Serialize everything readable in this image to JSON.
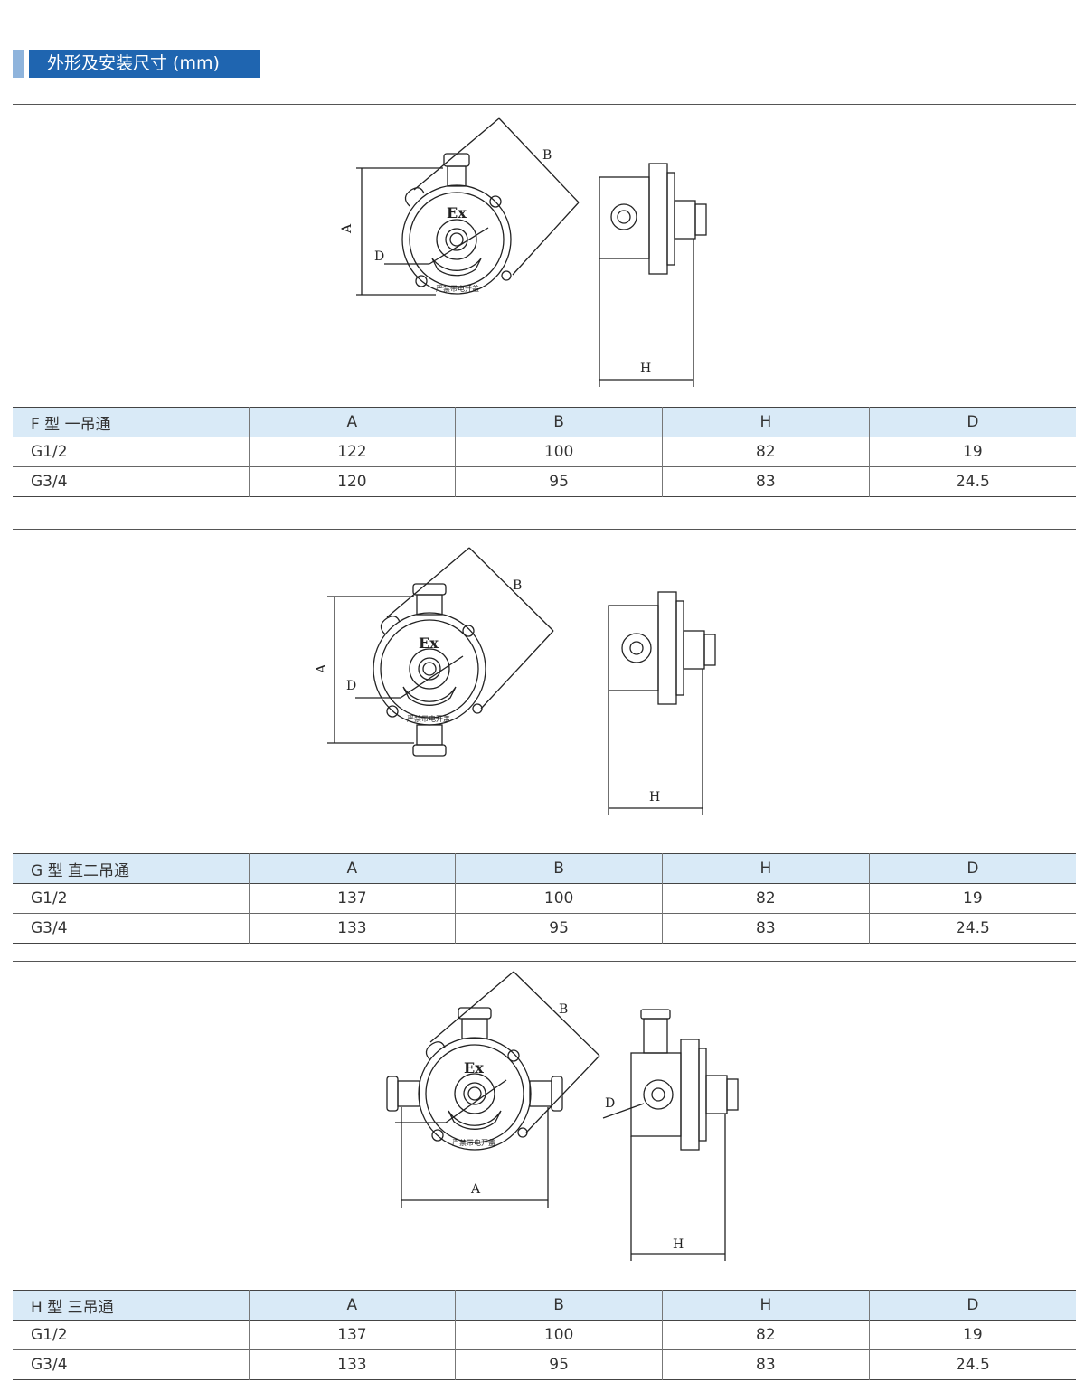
{
  "header": {
    "title": "外形及安装尺寸 (mm)"
  },
  "drawing_labels": {
    "a": "A",
    "b": "B",
    "h": "H",
    "d": "D",
    "ex": "Ex",
    "plate": "严禁带电开盖"
  },
  "columns": [
    "A",
    "B",
    "H",
    "D"
  ],
  "sections": [
    {
      "type_label": "F 型 一吊通",
      "rows": [
        {
          "size": "G1/2",
          "A": "122",
          "B": "100",
          "H": "82",
          "D": "19"
        },
        {
          "size": "G3/4",
          "A": "120",
          "B": "95",
          "H": "83",
          "D": "24.5"
        }
      ]
    },
    {
      "type_label": "G 型 直二吊通",
      "rows": [
        {
          "size": "G1/2",
          "A": "137",
          "B": "100",
          "H": "82",
          "D": "19"
        },
        {
          "size": "G3/4",
          "A": "133",
          "B": "95",
          "H": "83",
          "D": "24.5"
        }
      ]
    },
    {
      "type_label": "H 型 三吊通",
      "rows": [
        {
          "size": "G1/2",
          "A": "137",
          "B": "100",
          "H": "82",
          "D": "19"
        },
        {
          "size": "G3/4",
          "A": "133",
          "B": "95",
          "H": "83",
          "D": "24.5"
        }
      ]
    }
  ]
}
